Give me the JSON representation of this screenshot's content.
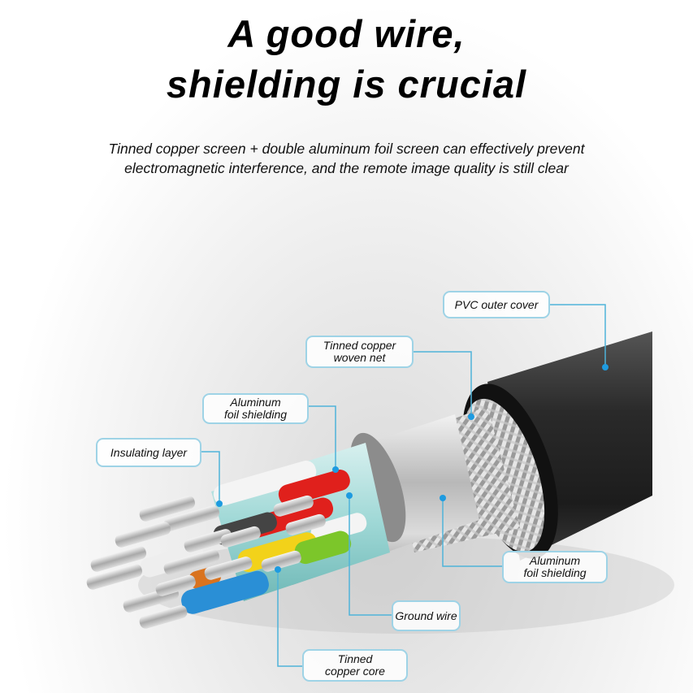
{
  "header": {
    "title_line1": "A good wire,",
    "title_line2": "shielding is crucial",
    "subtitle_line1": "Tinned copper screen + double aluminum foil screen can effectively prevent",
    "subtitle_line2": "electromagnetic interference, and the remote image quality is still clear"
  },
  "callouts": {
    "pvc_outer_cover": "PVC outer cover",
    "tinned_copper_woven_net_1": "Tinned copper",
    "tinned_copper_woven_net_2": "woven net",
    "aluminum_foil_inner_1": "Aluminum",
    "aluminum_foil_inner_2": "foil shielding",
    "insulating_layer": "Insulating layer",
    "aluminum_foil_outer_1": "Aluminum",
    "aluminum_foil_outer_2": "foil shielding",
    "ground_wire": "Ground wire",
    "tinned_copper_core_1": "Tinned",
    "tinned_copper_core_2": "copper core"
  },
  "colors": {
    "callout_line": "#4fb3d9",
    "callout_dot": "#1e9be0",
    "jacket": "#2a2a2a",
    "wire_red": "#e0201c",
    "wire_yellow": "#f2d21a",
    "wire_green": "#7cc62a",
    "wire_blue": "#2a8fd6",
    "wire_orange": "#d9731f",
    "foil_teal": "#9fd8d6"
  }
}
